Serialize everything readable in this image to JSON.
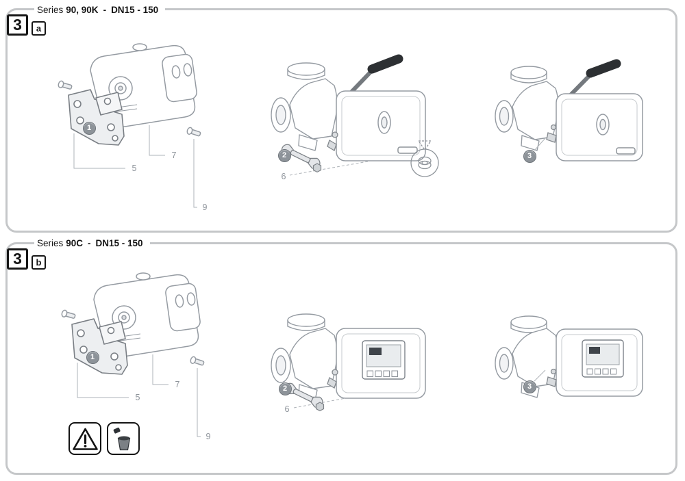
{
  "colors": {
    "frame": "#c5c7c9",
    "line_art": "#959ba2",
    "callout_fill": "#8d9399",
    "handle": "#2d3033"
  },
  "sections": [
    {
      "step": "3",
      "variant": "a",
      "series_word": "Series",
      "series_models": "90, 90K",
      "separator": "-",
      "dn_range": "DN15 - 150",
      "figures": [
        {
          "title": "bracket-mounting",
          "step_callout": "1",
          "parts": [
            "5",
            "7",
            "9"
          ]
        },
        {
          "title": "actuator-to-valve-mounting",
          "step_callout": "2",
          "parts": [
            "6"
          ]
        },
        {
          "title": "secured-assembly",
          "step_callout": "3",
          "parts": []
        }
      ]
    },
    {
      "step": "3",
      "variant": "b",
      "series_word": "Series",
      "series_models": "90C",
      "separator": "-",
      "dn_range": "DN15 - 150",
      "figures": [
        {
          "title": "bracket-mounting",
          "step_callout": "1",
          "parts": [
            "5",
            "7",
            "9"
          ]
        },
        {
          "title": "actuator-to-valve-mounting",
          "step_callout": "2",
          "parts": [
            "6"
          ]
        },
        {
          "title": "secured-assembly",
          "step_callout": "3",
          "parts": []
        }
      ],
      "note_icons": [
        "warning-triangle",
        "dispose-in-bin"
      ]
    }
  ]
}
